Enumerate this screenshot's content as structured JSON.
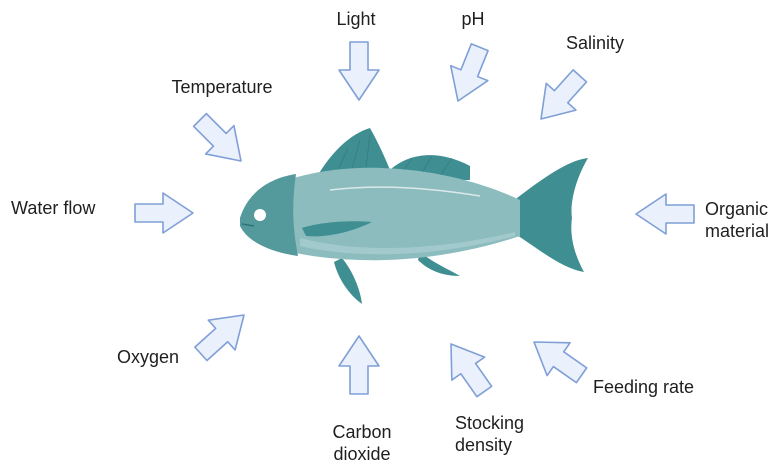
{
  "factors": {
    "light": "Light",
    "ph": "pH",
    "salinity": "Salinity",
    "temperature": "Temperature",
    "water_flow": "Water flow",
    "organic_material": [
      "Organic",
      "material"
    ],
    "oxygen": "Oxygen",
    "carbon_dioxide": [
      "Carbon",
      "dioxide"
    ],
    "stocking_density": [
      "Stocking",
      "density"
    ],
    "feeding_rate": "Feeding rate"
  },
  "colors": {
    "arrow_fill": "#eaf1fc",
    "arrow_stroke": "#7f9fd6",
    "fish_body": "#8cbcbe",
    "fish_dark": "#3f8f92",
    "fish_head": "#54999b"
  }
}
